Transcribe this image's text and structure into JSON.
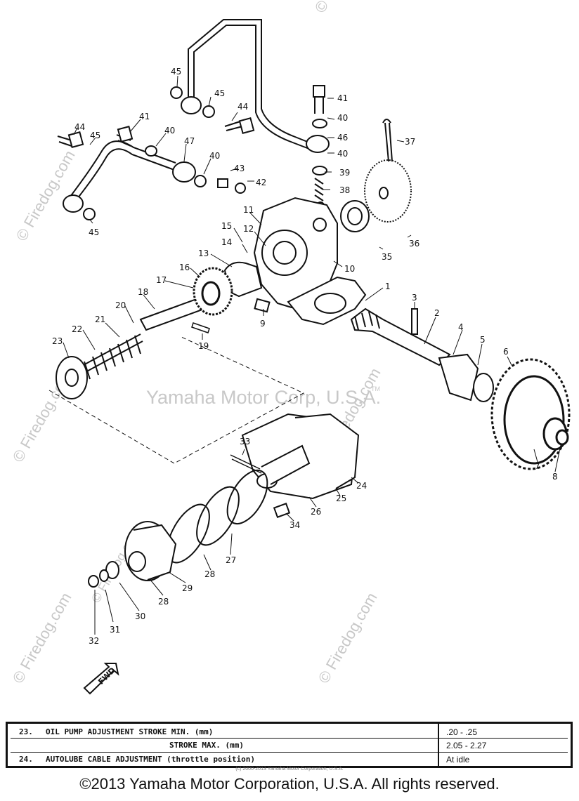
{
  "watermarks": {
    "center": "Yamaha Motor Corp, U.S.A.",
    "tm": "TM",
    "site": "© Firedog.com"
  },
  "callouts": [
    "1",
    "2",
    "3",
    "4",
    "5",
    "6",
    "7",
    "8",
    "9",
    "10",
    "11",
    "12",
    "13",
    "14",
    "15",
    "16",
    "17",
    "18",
    "19",
    "20",
    "21",
    "22",
    "23",
    "24",
    "25",
    "26",
    "27",
    "28",
    "29",
    "30",
    "31",
    "32",
    "33",
    "34",
    "35",
    "36",
    "37",
    "38",
    "39",
    "40",
    "41",
    "42",
    "43",
    "44",
    "45",
    "46",
    "47"
  ],
  "labels": {
    "fwd": "FWD"
  },
  "specs": [
    {
      "num": "23.",
      "label": "OIL PUMP ADJUSTMENT STROKE MIN. (mm)",
      "value": ".20 - .25"
    },
    {
      "num": "",
      "label": "STROKE MAX. (mm)",
      "value": "2.05 - 2.27"
    },
    {
      "num": "24.",
      "label": "AUTOLUBE CABLE ADJUSTMENT (throttle position)",
      "value": "At idle"
    }
  ],
  "tiny_copyright": "(c) 2000-2013 Yamaha Motor Corporation, U.S.A.",
  "copyright": "©2013 Yamaha Motor Corporation, U.S.A. All rights reserved."
}
